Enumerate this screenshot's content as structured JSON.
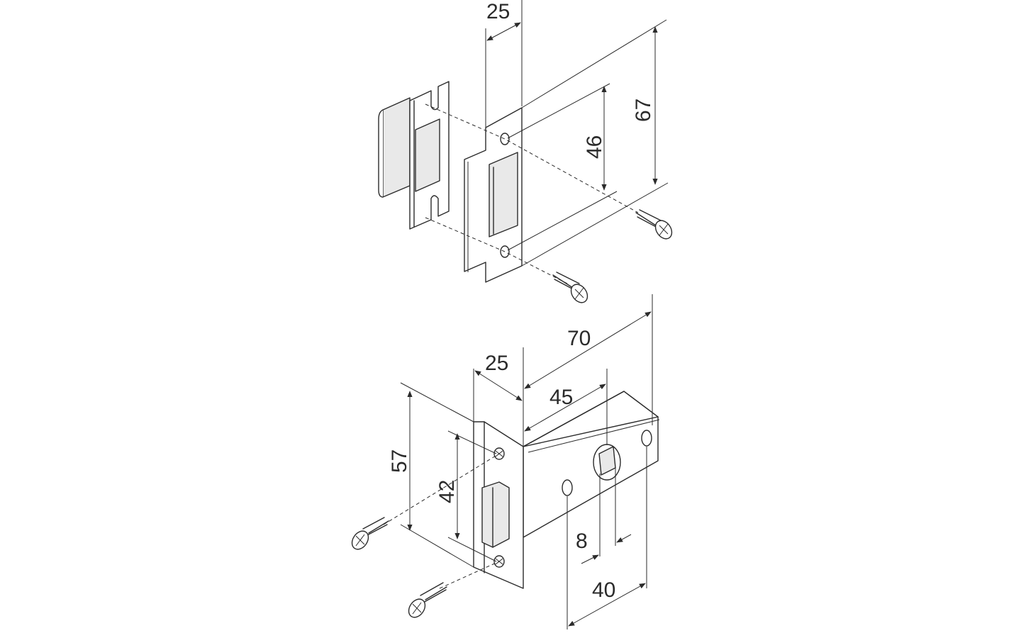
{
  "parts": {
    "strike_plate": {
      "dimensions": {
        "plate_width": "25",
        "hole_spacing": "46",
        "plate_height": "67"
      }
    },
    "latch": {
      "dimensions": {
        "total_length": "70",
        "faceplate_width": "25",
        "backset": "45",
        "faceplate_height": "57",
        "hole_spacing": "42",
        "spindle_size": "8",
        "body_hole_spacing": "40"
      }
    }
  },
  "colors": {
    "line": "#2b2b2b",
    "fill": "#ffffff",
    "shade": "#e9e9e9"
  }
}
